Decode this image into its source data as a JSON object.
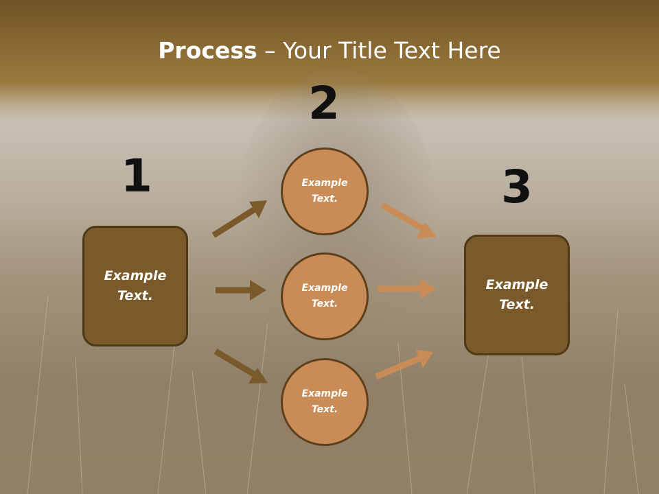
{
  "title": {
    "bold": "Process",
    "rest": " – Your Title Text Here"
  },
  "steps": [
    {
      "number": "1",
      "text": "Example Text."
    },
    {
      "number": "2",
      "items": [
        "Example Text.",
        "Example Text.",
        "Example Text."
      ]
    },
    {
      "number": "3",
      "text": "Example Text."
    }
  ],
  "colors": {
    "dark_arrow": "#7a5a2a",
    "light_arrow": "#c98c57",
    "box": "#7a5a2a",
    "circle": "#c98c57"
  }
}
